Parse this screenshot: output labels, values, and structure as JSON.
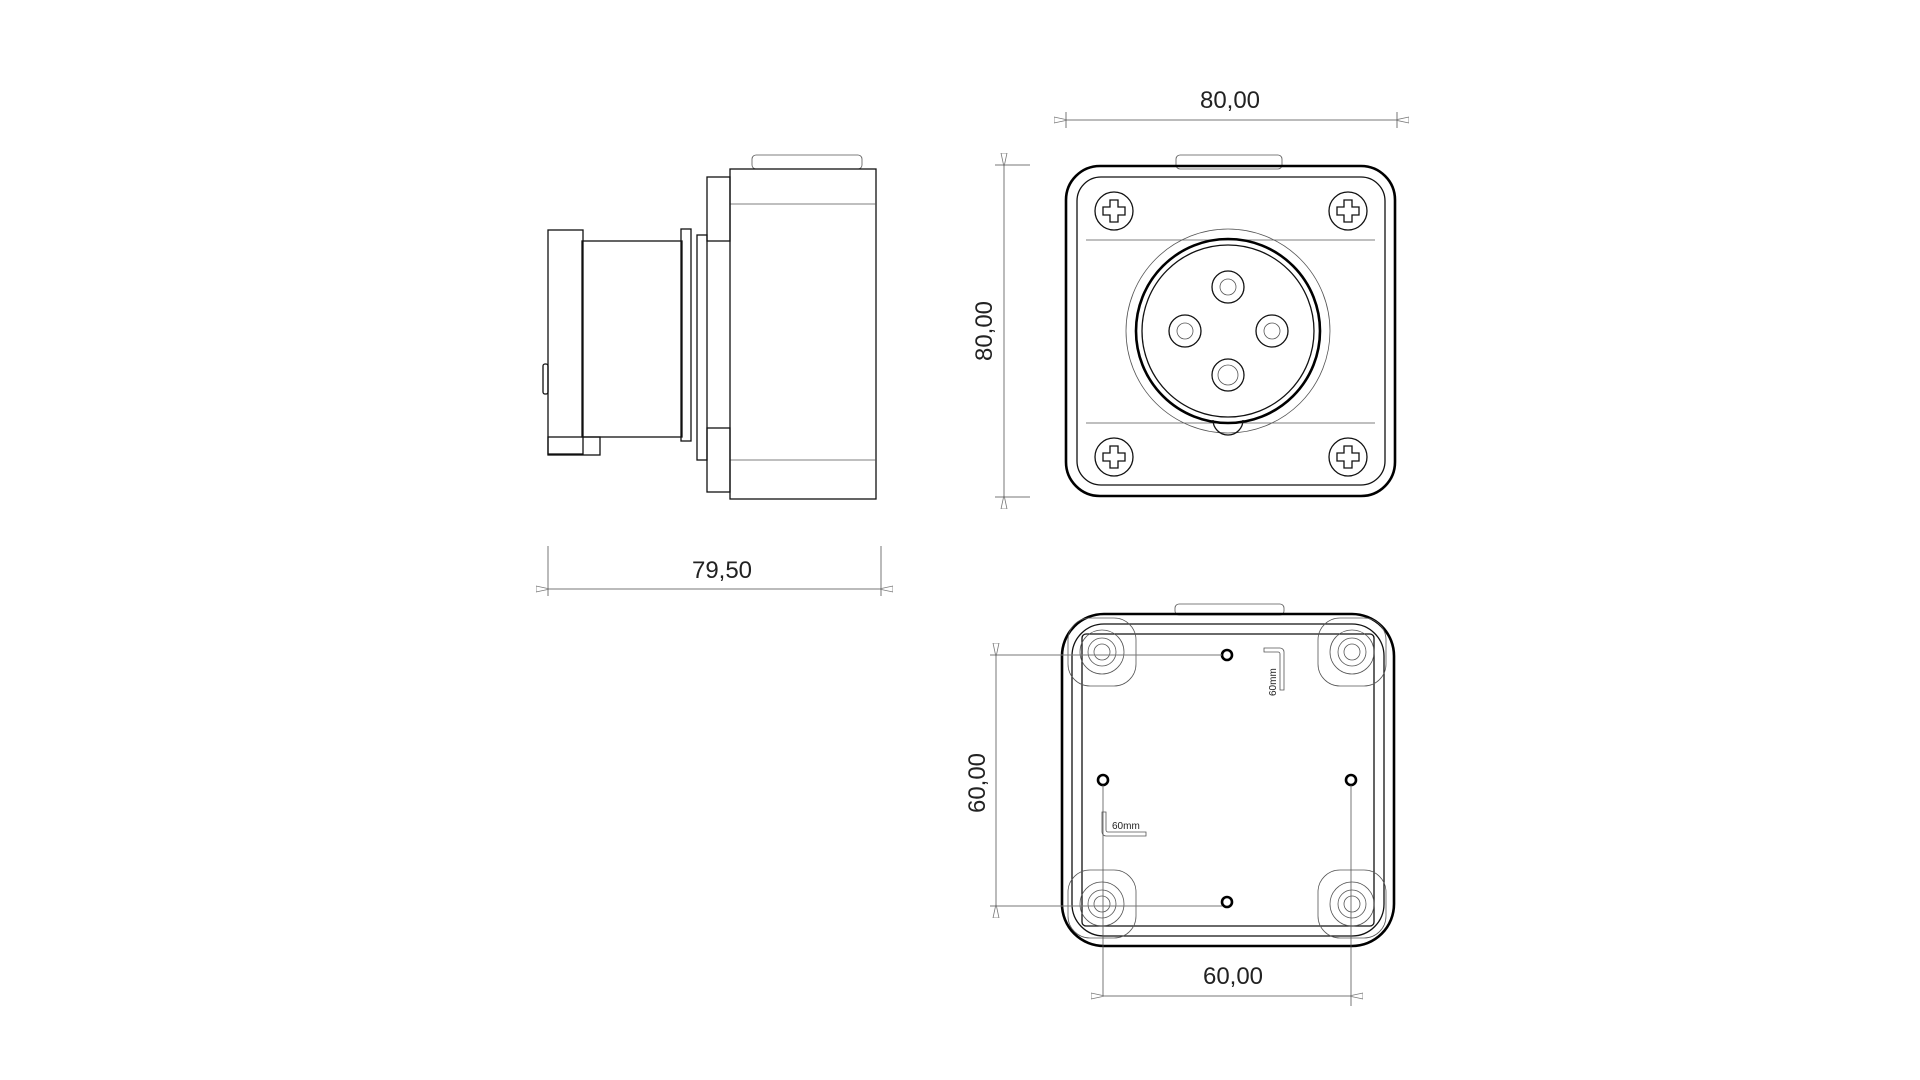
{
  "dimensions": {
    "side_depth": "79,50",
    "front_width": "80,00",
    "front_height": "80,00",
    "bottom_hole_spacing_vertical": "60,00",
    "bottom_hole_spacing_horizontal": "60,00",
    "hole_label_1": "60mm",
    "hole_label_2": "60mm"
  }
}
